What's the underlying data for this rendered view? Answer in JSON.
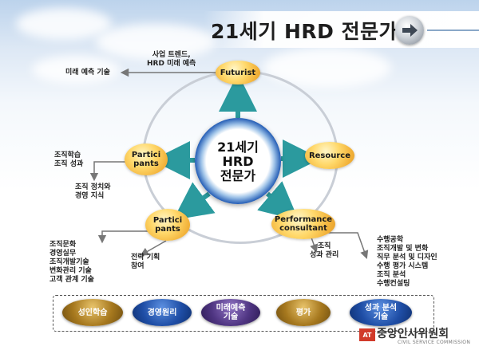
{
  "title": "21세기 HRD 전문가",
  "center": "21세기\nHRD\n전문가",
  "roles": {
    "futurist": "Futurist",
    "resource": "Resource",
    "participants_upper": "Partici\npants",
    "participants_lower": "Partici\npants",
    "performance": "Performance\nconsultant"
  },
  "labels": {
    "futurist_top": "사업 트렌드,\nHRD 미래 예측",
    "futurist_left": "미래 예측 기술",
    "participants_upper_left": "조직학습\n조직 성과",
    "participants_upper_below": "조직 정치와\n경영 지식",
    "participants_lower_left": "조직문화\n경영실무\n조직개발기술\n변화관리 기술\n고객 관계 기술",
    "participants_lower_below": "전략 기획\n참여",
    "performance_left": "조직\n성과 관리",
    "performance_right": "수행공학\n조직개발 및 변화\n직무 분석 및 디자인\n수행 평가 시스템\n조직 분석\n수행컨설팅"
  },
  "bottom_items": [
    "성인학습",
    "경영원리",
    "미래예측\n기술",
    "평가",
    "성과 분석\n기술"
  ],
  "logo": {
    "mark": "AT",
    "name": "중앙인사위원회",
    "sub": "CIVIL SERVICE COMMISSION"
  },
  "colors": {
    "node_gold": "#f2b23a",
    "center_blue": "#1a4296",
    "arrow_teal": "#2b9a9e",
    "arrow_gray": "#777777"
  }
}
